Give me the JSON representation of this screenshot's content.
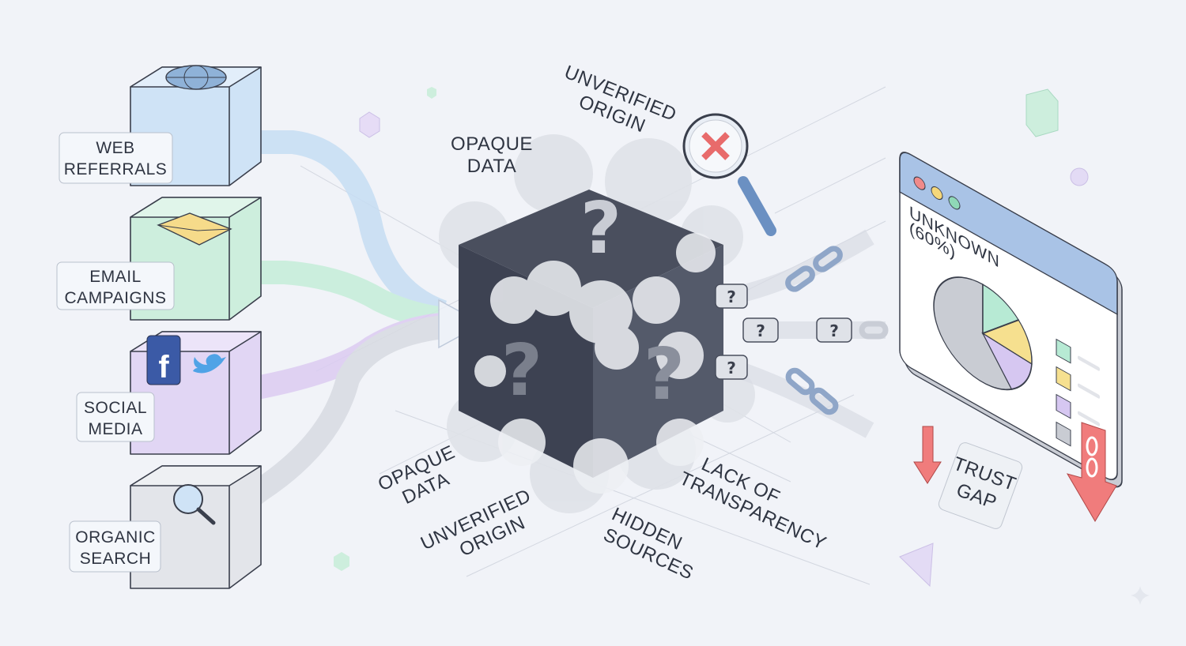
{
  "sources": [
    {
      "label_lines": [
        "WEB",
        "REFERRALS"
      ],
      "icon": "globe-icon",
      "color": "#cfe3f6"
    },
    {
      "label_lines": [
        "EMAIL",
        "CAMPAIGNS"
      ],
      "icon": "envelope-icon",
      "color": "#cdeedd"
    },
    {
      "label_lines": [
        "SOCIAL",
        "MEDIA"
      ],
      "icon": "social-logos-icon",
      "color": "#e1d6f4"
    },
    {
      "label_lines": [
        "ORGANIC",
        "SEARCH"
      ],
      "icon": "magnifier-icon",
      "color": "#e3e5ea"
    }
  ],
  "black_box": {
    "mark": "?",
    "color": "#3d4252"
  },
  "annotations": {
    "opaque_top": [
      "OPAQUE",
      "DATA"
    ],
    "unverified_top": [
      "UNVERIFIED",
      "ORIGIN"
    ],
    "opaque_bottom": [
      "OPAQUE",
      "DATA"
    ],
    "unverified_bottom": [
      "UNVERIFIED",
      "ORIGIN"
    ],
    "hidden": [
      "HIDDEN",
      "SOURCES"
    ],
    "lack": [
      "LACK OF",
      "TRANSPARENCY"
    ]
  },
  "question_badges": [
    "?",
    "?",
    "?",
    "?"
  ],
  "dashboard": {
    "unknown_label": [
      "UNKNOWN",
      "(60%)"
    ],
    "pie_colors": [
      "#c9ccd3",
      "#b7ead4",
      "#f6e08f",
      "#d6c7f1"
    ],
    "pie_fractions": [
      0.6,
      0.13,
      0.13,
      0.14
    ],
    "window_dots": [
      "#f08a8a",
      "#f5d77a",
      "#8fd8b7"
    ]
  },
  "trust_gap": [
    "TRUST",
    "GAP"
  ],
  "accent_red": "#f07c7c"
}
